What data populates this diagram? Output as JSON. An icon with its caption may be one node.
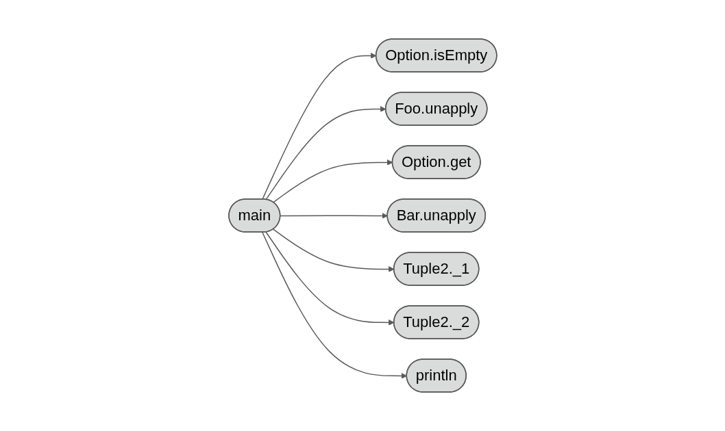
{
  "diagram": {
    "nodes": [
      {
        "text": [
          "Option.isEmpty"
        ]
      },
      {
        "text": [
          "Foo.unapply"
        ]
      },
      {
        "text": [
          "Option.get"
        ]
      },
      {
        "text": [
          "Bar.unapply"
        ]
      },
      {
        "text": [
          "Tuple2._1"
        ]
      },
      {
        "text": [
          "main"
        ]
      },
      {
        "text": [
          "Tuple2._2"
        ]
      },
      {
        "text": [
          "println"
        ]
      }
    ],
    "edges": [
      {
        "from": 5,
        "to": 0,
        "arrow": "to"
      },
      {
        "from": 5,
        "to": 1,
        "arrow": "to"
      },
      {
        "from": 5,
        "to": 2,
        "arrow": "to"
      },
      {
        "from": 5,
        "to": 3,
        "arrow": "to"
      },
      {
        "from": 5,
        "to": 4,
        "arrow": "to"
      },
      {
        "from": 5,
        "to": 6,
        "arrow": "to"
      },
      {
        "from": 5,
        "to": 7,
        "arrow": "to"
      }
    ]
  }
}
